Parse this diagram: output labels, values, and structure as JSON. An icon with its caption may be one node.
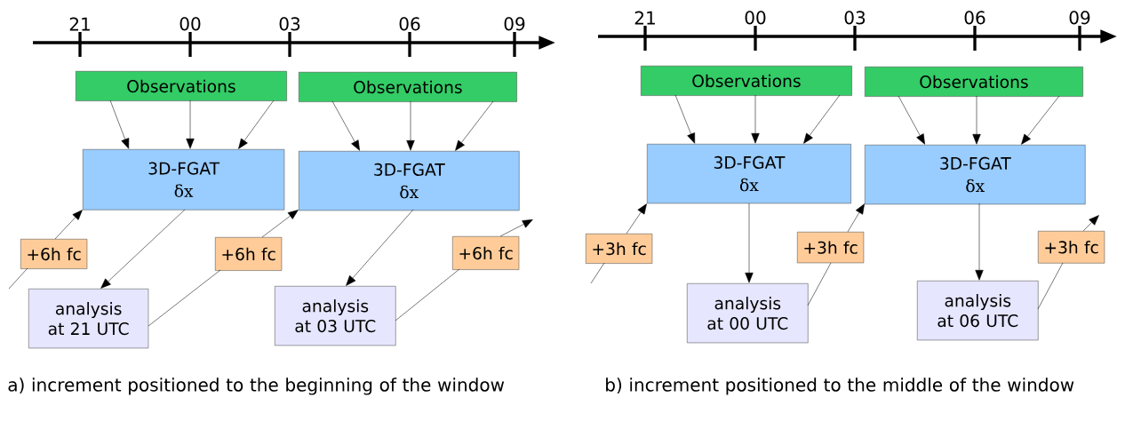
{
  "diagram": {
    "nodes": [
      {
        "text": [
          "Observations"
        ]
      },
      {
        "text": [
          "Observations"
        ]
      },
      {
        "text": [
          "3D-FGAT",
          "δx"
        ]
      },
      {
        "text": [
          "3D-FGAT",
          "δx"
        ]
      },
      {
        "text": [
          "+6h fc"
        ]
      },
      {
        "text": [
          "+6h fc"
        ]
      },
      {
        "text": [
          "+6h fc"
        ]
      },
      {
        "text": [
          "analysis at 21 UTC"
        ]
      },
      {
        "text": [
          "analysis at 03 UTC"
        ]
      },
      {
        "text": [
          "Observations"
        ]
      },
      {
        "text": [
          "Observations"
        ]
      },
      {
        "text": [
          "3D-FGAT",
          "δx"
        ]
      },
      {
        "text": [
          "3D-FGAT",
          "δx"
        ]
      },
      {
        "text": [
          "+3h fc"
        ]
      },
      {
        "text": [
          "+3h fc"
        ]
      },
      {
        "text": [
          "+3h fc"
        ]
      },
      {
        "text": [
          "analysis at 00 UTC"
        ]
      },
      {
        "text": [
          "analysis at 06 UTC"
        ]
      }
    ],
    "edges": [
      {
        "from": 0,
        "to": 2,
        "arrow": "to"
      },
      {
        "from": 0,
        "to": 2,
        "arrow": "to"
      },
      {
        "from": 0,
        "to": 2,
        "arrow": "to"
      },
      {
        "from": 1,
        "to": 3,
        "arrow": "to"
      },
      {
        "from": 1,
        "to": 3,
        "arrow": "to"
      },
      {
        "from": 1,
        "to": 3,
        "arrow": "to"
      },
      {
        "from": null,
        "to": 4,
        "arrow": "none"
      },
      {
        "from": 4,
        "to": 2,
        "arrow": "to"
      },
      {
        "from": 2,
        "to": 7,
        "arrow": "to"
      },
      {
        "from": 7,
        "to": 5,
        "arrow": "none"
      },
      {
        "from": 5,
        "to": 3,
        "arrow": "to"
      },
      {
        "from": 3,
        "to": 8,
        "arrow": "to"
      },
      {
        "from": 8,
        "to": 6,
        "arrow": "none"
      },
      {
        "from": 6,
        "to": null,
        "arrow": "to"
      },
      {
        "from": 9,
        "to": 11,
        "arrow": "to"
      },
      {
        "from": 9,
        "to": 11,
        "arrow": "to"
      },
      {
        "from": 9,
        "to": 11,
        "arrow": "to"
      },
      {
        "from": 10,
        "to": 12,
        "arrow": "to"
      },
      {
        "from": 10,
        "to": 12,
        "arrow": "to"
      },
      {
        "from": 10,
        "to": 12,
        "arrow": "to"
      },
      {
        "from": null,
        "to": 13,
        "arrow": "none"
      },
      {
        "from": 13,
        "to": 11,
        "arrow": "to"
      },
      {
        "from": 11,
        "to": 16,
        "arrow": "to"
      },
      {
        "from": 16,
        "to": 14,
        "arrow": "none"
      },
      {
        "from": 14,
        "to": 12,
        "arrow": "to"
      },
      {
        "from": 12,
        "to": 17,
        "arrow": "to"
      },
      {
        "from": 17,
        "to": 15,
        "arrow": "none"
      },
      {
        "from": 15,
        "to": null,
        "arrow": "to"
      }
    ],
    "labels": [
      "21",
      "00",
      "03",
      "06",
      "09",
      "21",
      "00",
      "03",
      "06",
      "09",
      "a) increment positioned to the beginning of the window",
      "b) increment positioned to the middle of the window"
    ]
  }
}
